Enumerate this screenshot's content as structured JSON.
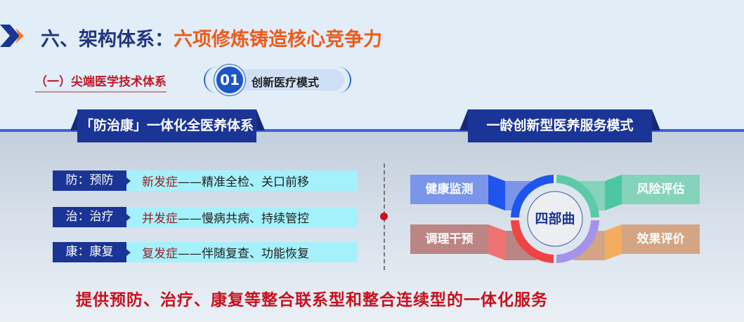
{
  "title": {
    "prefix": "六、架构体系：",
    "highlight": "六项修炼铸造核心竞争力"
  },
  "subtitle": "（一）尖端医学技术体系",
  "badge": {
    "number": "01",
    "label": "创新医疗模式"
  },
  "left_section": {
    "header": "「防治康」一体化全医养体系",
    "rows": [
      {
        "key": "防：预防",
        "term": "新发症",
        "desc": "——精准全检、关口前移"
      },
      {
        "key": "治：治疗",
        "term": "并发症",
        "desc": "——慢病共病、持续管控"
      },
      {
        "key": "康：康复",
        "term": "复发症",
        "desc": "——伴随复查、功能恢复"
      }
    ]
  },
  "right_section": {
    "header": "一龄创新型医养服务模式",
    "center": "四部曲",
    "steps": [
      {
        "label": "健康监测",
        "color": "#7b95ea"
      },
      {
        "label": "风险评估",
        "color": "#84d3ba"
      },
      {
        "label": "调理干预",
        "color": "#bb8584"
      },
      {
        "label": "效果评价",
        "color": "#d4a584"
      }
    ]
  },
  "footer": "提供预防、治疗、康复等整合联系型和整合连续型的一体化服务"
}
